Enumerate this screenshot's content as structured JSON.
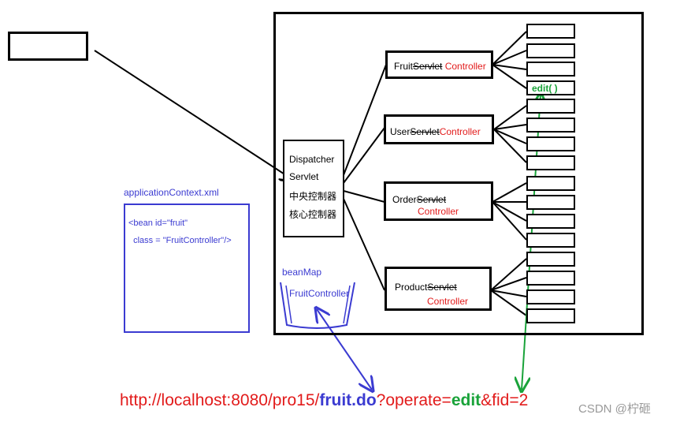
{
  "dispatcher": {
    "line1": "Dispatcher",
    "line2": "Servlet",
    "line3": "中央控制器",
    "line4": "核心控制器"
  },
  "controllers": [
    {
      "prefix": "Fruit",
      "struck": "Servlet",
      "suffix": " Controller"
    },
    {
      "prefix": "User",
      "struck": "Servlet",
      "suffix": "Controller"
    },
    {
      "prefix": "Order",
      "struck": "Servlet",
      "suffix": "Controller"
    },
    {
      "prefix": "Product",
      "struck": "Servlet",
      "suffix": "Controller"
    }
  ],
  "method_label": "edit( )",
  "app_context": {
    "title": "applicationContext.xml",
    "line1": "<bean id=\"fruit\"",
    "line2": "  class = \"FruitController\"/>"
  },
  "bean_map": {
    "title": "beanMap",
    "item": "FruitController"
  },
  "url": {
    "part1": "http://localhost:8080/pro15/",
    "part2": "fruit.do",
    "part3": "?operate=",
    "part4": "edit",
    "part5": "&fid=2"
  },
  "watermark": "CSDN @柠砸",
  "colors": {
    "red": "#e21b1b",
    "blue": "#3b3bd1",
    "green": "#1aa33a"
  }
}
